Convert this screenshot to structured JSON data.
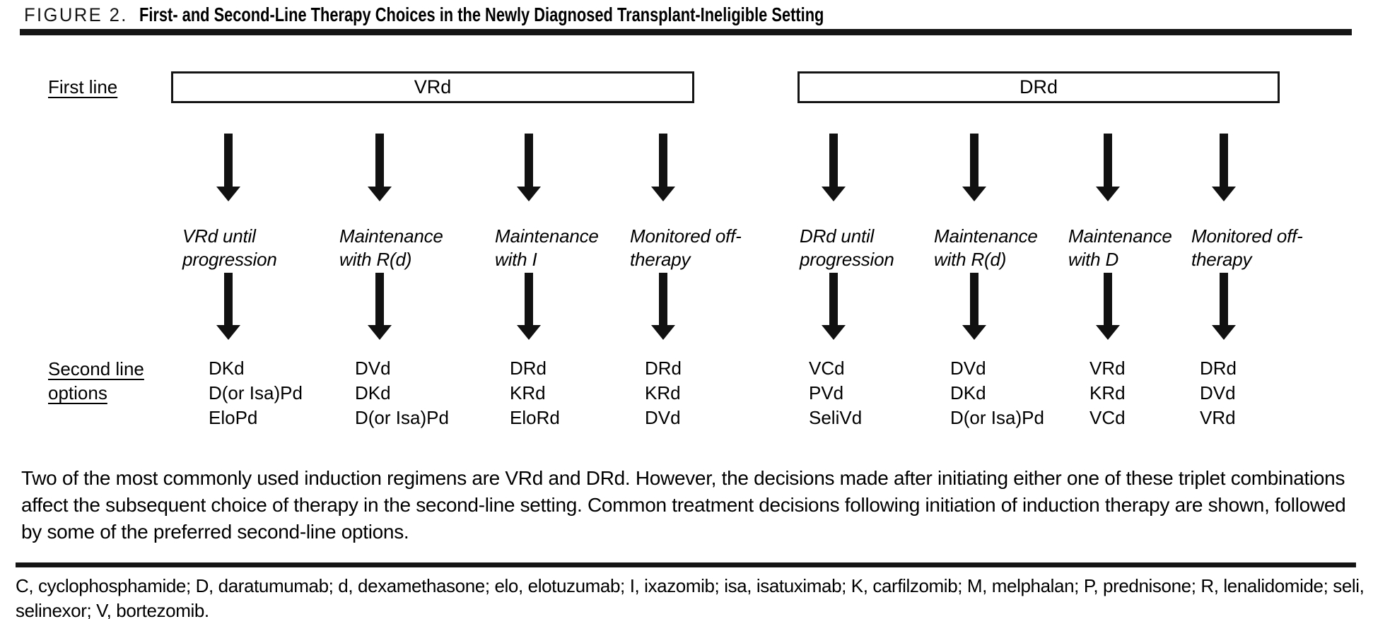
{
  "header": {
    "figure_label": "FIGURE 2.",
    "figure_title": "First- and Second-Line Therapy Choices in the Newly Diagnosed Transplant-Ineligible Setting"
  },
  "diagram": {
    "first_line_label": "First line",
    "second_line_label": "Second line options",
    "groups": [
      {
        "regimen": "VRd",
        "branches": [
          {
            "decision": "VRd until progression",
            "options": [
              "DKd",
              "D(or Isa)Pd",
              "EloPd"
            ]
          },
          {
            "decision": "Maintenance with R(d)",
            "options": [
              "DVd",
              "DKd",
              "D(or Isa)Pd"
            ]
          },
          {
            "decision": "Maintenance with I",
            "options": [
              "DRd",
              "KRd",
              "EloRd"
            ]
          },
          {
            "decision": "Monitored off-therapy",
            "options": [
              "DRd",
              "KRd",
              "DVd"
            ]
          }
        ]
      },
      {
        "regimen": "DRd",
        "branches": [
          {
            "decision": "DRd until progression",
            "options": [
              "VCd",
              "PVd",
              "SeliVd"
            ]
          },
          {
            "decision": "Maintenance with R(d)",
            "options": [
              "DVd",
              "DKd",
              "D(or Isa)Pd"
            ]
          },
          {
            "decision": "Maintenance with D",
            "options": [
              "VRd",
              "KRd",
              "VCd"
            ]
          },
          {
            "decision": "Monitored off-therapy",
            "options": [
              "DRd",
              "DVd",
              "VRd"
            ]
          }
        ]
      }
    ]
  },
  "caption": "Two of the most commonly used induction regimens are VRd and DRd. However, the decisions made after initiating either one of these triplet combinations affect the subsequent choice of therapy in the second-line setting. Common treatment decisions following initiation of induction therapy are shown, followed by some of the preferred second-line options.",
  "footnote": "C, cyclophosphamide; D, daratumumab; d, dexamethasone; elo, elotuzumab; I, ixazomib; isa, isatuximab; K, carfilzomib; M, melphalan; P, prednisone; R, lenalidomide; seli, selinexor; V, bortezomib.",
  "colors": {
    "ink": "#000000",
    "paper": "#ffffff"
  }
}
